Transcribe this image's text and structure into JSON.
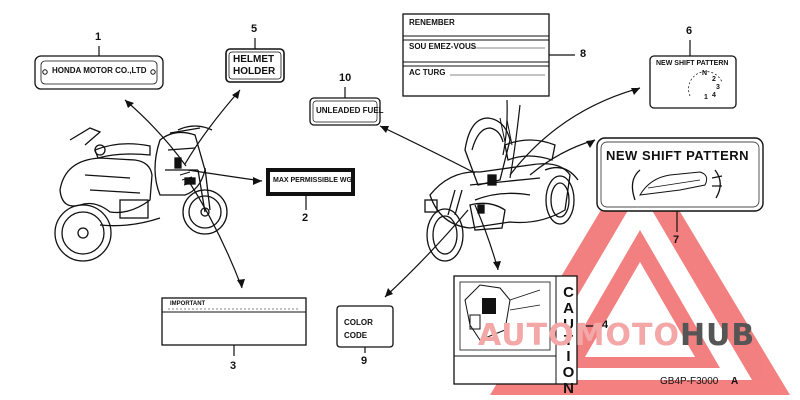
{
  "callouts": [
    "1",
    "2",
    "3",
    "4",
    "5",
    "6",
    "7",
    "8",
    "9",
    "10"
  ],
  "labels": {
    "honda_motor": "HONDA MOTOR CO.,LTD",
    "helmet_holder_1": "HELMET",
    "helmet_holder_2": "HOLDER",
    "max_weight": "MAX PERMISSIBLE WGI",
    "important": "IMPORTANT",
    "unleaded": "UNLEADED FUEL",
    "color_code_1": "COLOR",
    "color_code_2": "CODE",
    "renember": "RENEMBER",
    "souvenez": "SOU EMEZ-VOUS",
    "acturg": "AC TURG",
    "new_shift_small": "NEW SHIFT PATTERN",
    "new_shift_large": "NEW SHIFT PATTERN",
    "caution": "CAUTION",
    "shift_n": "N",
    "shift_1": "1",
    "shift_2": "2",
    "shift_3": "3",
    "shift_4": "4"
  },
  "part_code": "GB4P-F3000",
  "part_code_suffix": "A",
  "watermark": {
    "part1": "AUTOMOTO",
    "part2": "HUB",
    "color1": "#f0a0a0",
    "color2": "#555555",
    "triangle_color": "#f05a5a"
  }
}
